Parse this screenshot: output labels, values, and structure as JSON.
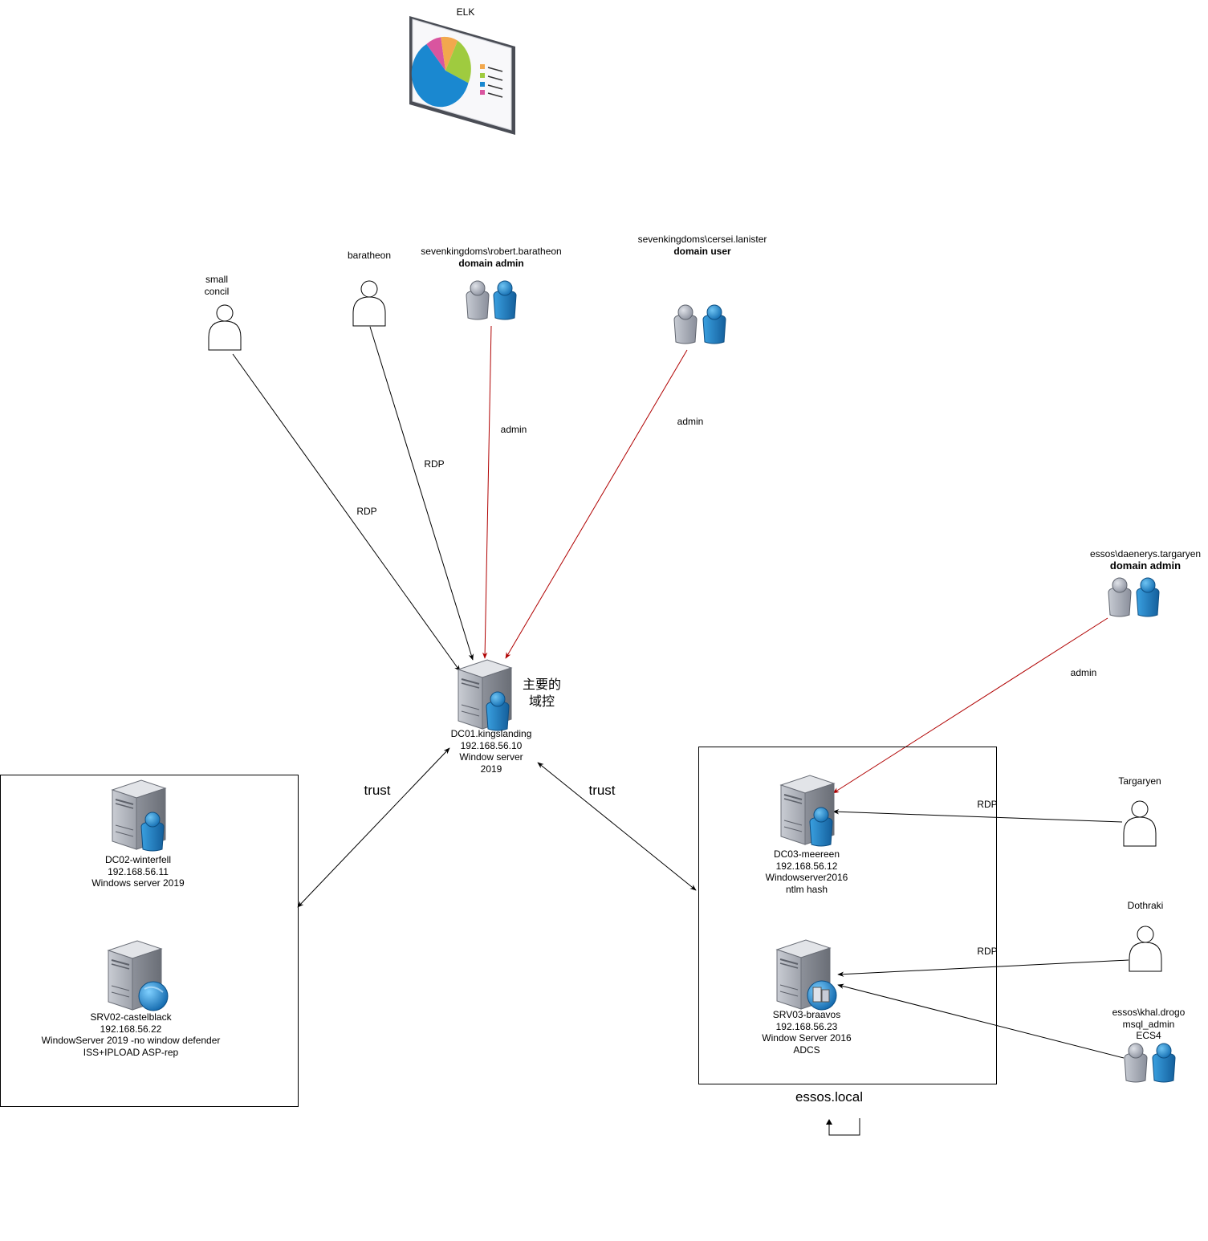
{
  "elk": {
    "label": "ELK"
  },
  "users": {
    "small_concil": {
      "line1": "small",
      "line2": "concil"
    },
    "baratheon": {
      "label": "baratheon"
    },
    "robert": {
      "name": "sevenkingdoms\\robert.baratheon",
      "role": "domain admin"
    },
    "cersei": {
      "name": "sevenkingdoms\\cersei.lanister",
      "role": "domain user"
    },
    "daenerys": {
      "name": "essos\\daenerys.targaryen",
      "role": "domain admin"
    },
    "targaryen": {
      "label": "Targaryen"
    },
    "dothraki": {
      "label": "Dothraki"
    },
    "khal": {
      "line1": "essos\\khal.drogo",
      "line2": "msql_admin",
      "line3": "ECS4"
    }
  },
  "edges": {
    "rdp1": "RDP",
    "rdp2": "RDP",
    "admin1": "admin",
    "admin2": "admin",
    "admin3": "admin",
    "rdp3": "RDP",
    "rdp4": "RDP",
    "trust_left": "trust",
    "trust_right": "trust"
  },
  "dc01": {
    "name": "DC01.kingslanding",
    "ip": "192.168.56.10",
    "os1": "Window server",
    "os2": "2019",
    "note1": "主要的",
    "note2": "域控"
  },
  "dc02": {
    "name": "DC02-winterfell",
    "ip": "192.168.56.11",
    "os": "Windows server 2019"
  },
  "srv02": {
    "name": "SRV02-castelblack",
    "ip": "192.168.56.22",
    "os": "WindowServer 2019 -no window defender",
    "note": "ISS+IPLOAD ASP-rep"
  },
  "dc03": {
    "name": "DC03-meereen",
    "ip": "192.168.56.12",
    "os": "Windowserver2016",
    "note": "ntlm hash"
  },
  "srv03": {
    "name": "SRV03-braavos",
    "ip": "192.168.56.23",
    "os": "Window Server 2016",
    "note": "ADCS"
  },
  "essos_label": "essos.local",
  "colors": {
    "admin_edge": "#b00000",
    "edge": "#000000",
    "person_blue": "#1f7fc4",
    "person_gray": "#a9adb8"
  }
}
